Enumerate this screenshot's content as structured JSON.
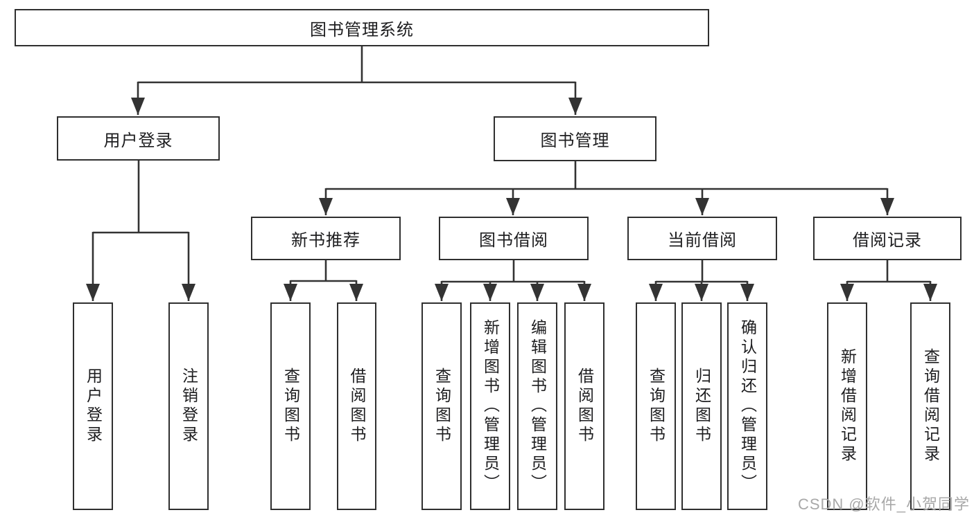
{
  "tree": {
    "label": "图书管理系统",
    "children": [
      {
        "label": "用户登录",
        "children": [
          {
            "label": "用户登录"
          },
          {
            "label": "注销登录"
          }
        ]
      },
      {
        "label": "图书管理",
        "children": [
          {
            "label": "新书推荐",
            "children": [
              {
                "label": "查询图书"
              },
              {
                "label": "借阅图书"
              }
            ]
          },
          {
            "label": "图书借阅",
            "children": [
              {
                "label": "查询图书"
              },
              {
                "label": "新增图书（管理员）"
              },
              {
                "label": "编辑图书（管理员）"
              },
              {
                "label": "借阅图书"
              }
            ]
          },
          {
            "label": "当前借阅",
            "children": [
              {
                "label": "查询图书"
              },
              {
                "label": "归还图书"
              },
              {
                "label": "确认归还（管理员）"
              }
            ]
          },
          {
            "label": "借阅记录",
            "children": [
              {
                "label": "新增借阅记录"
              },
              {
                "label": "查询借阅记录"
              }
            ]
          }
        ]
      }
    ]
  },
  "watermark": {
    "text": "CSDN @软件_小贺同学"
  },
  "colors": {
    "line": "#333333",
    "box_border": "#2f2f2f",
    "text": "#1d1d1f",
    "watermark": "#a8a8a8",
    "background": "#ffffff"
  }
}
